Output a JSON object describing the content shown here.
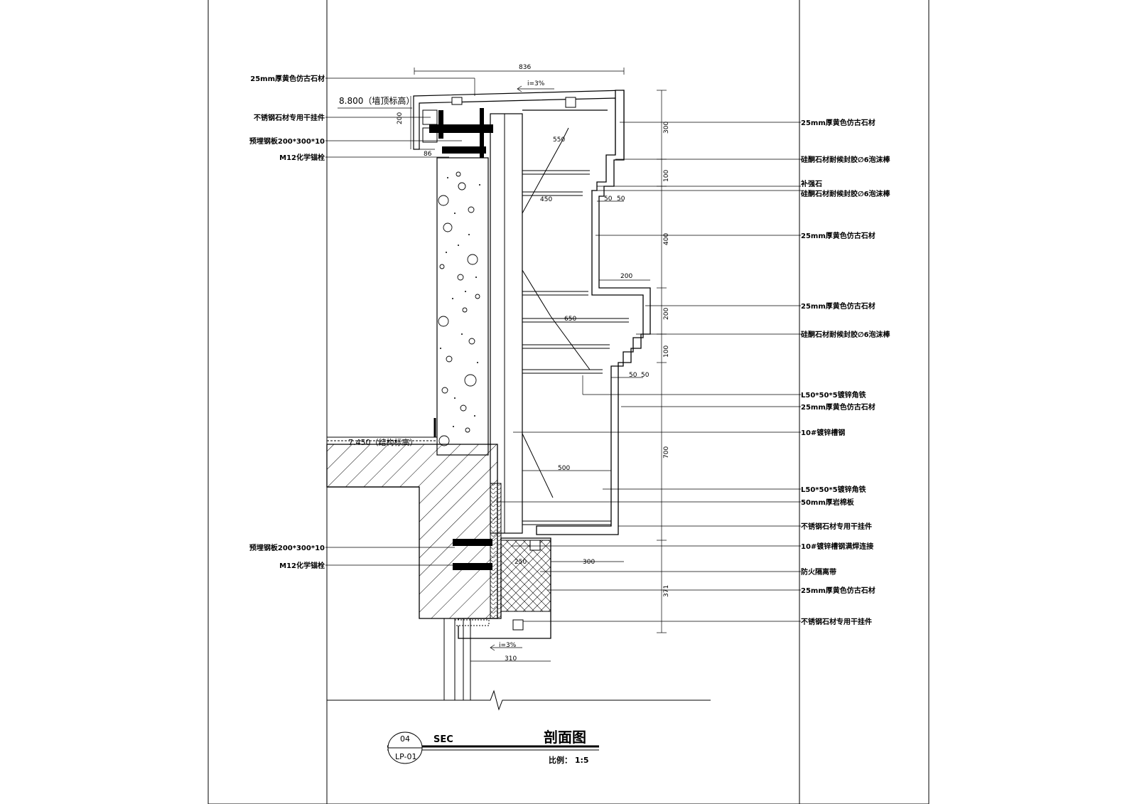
{
  "callouts_left": [
    "25mm厚黄色仿古石材",
    "不锈钢石材专用干挂件",
    "预埋钢板200*300*10",
    "M12化学锚栓",
    "预埋钢板200*300*10",
    "M12化学锚栓"
  ],
  "callouts_right": [
    "25mm厚黄色仿古石材",
    "硅酮石材耐候封胶∅6泡沫棒",
    "补强石",
    "硅酮石材耐候封胶∅6泡沫棒",
    "25mm厚黄色仿古石材",
    "25mm厚黄色仿古石材",
    "硅酮石材耐候封胶∅6泡沫棒",
    "L50*50*5镀锌角铁",
    "25mm厚黄色仿古石材",
    "10#镀锌槽钢",
    "L50*50*5镀锌角铁",
    "50mm厚岩棉板",
    "不锈钢石材专用干挂件",
    "10#镀锌槽钢满焊连接",
    "防火隔离带",
    "25mm厚黄色仿古石材",
    "不锈钢石材专用干挂件"
  ],
  "levels": {
    "top": "8.800（墙顶标高）",
    "floor": "7.450（结构标高）"
  },
  "slopes": [
    "i=3%",
    "i=3%"
  ],
  "dimensions": {
    "d836": "836",
    "d200": "200",
    "d86": "86",
    "d550": "550",
    "d450": "450",
    "d50a": "50",
    "d50b": "50",
    "d200h": "200",
    "d650": "650",
    "d50c": "50",
    "d50d": "50",
    "d500": "500",
    "d250": "250",
    "d300h": "300",
    "d310": "310",
    "v300": "300",
    "v100a": "100",
    "v400": "400",
    "v200": "200",
    "v100b": "100",
    "v700": "700",
    "v371": "371"
  },
  "title_block": {
    "number": "04",
    "sheet": "LP-01",
    "code": "SEC",
    "title": "剖面图",
    "scale": "比例： 1:5"
  }
}
